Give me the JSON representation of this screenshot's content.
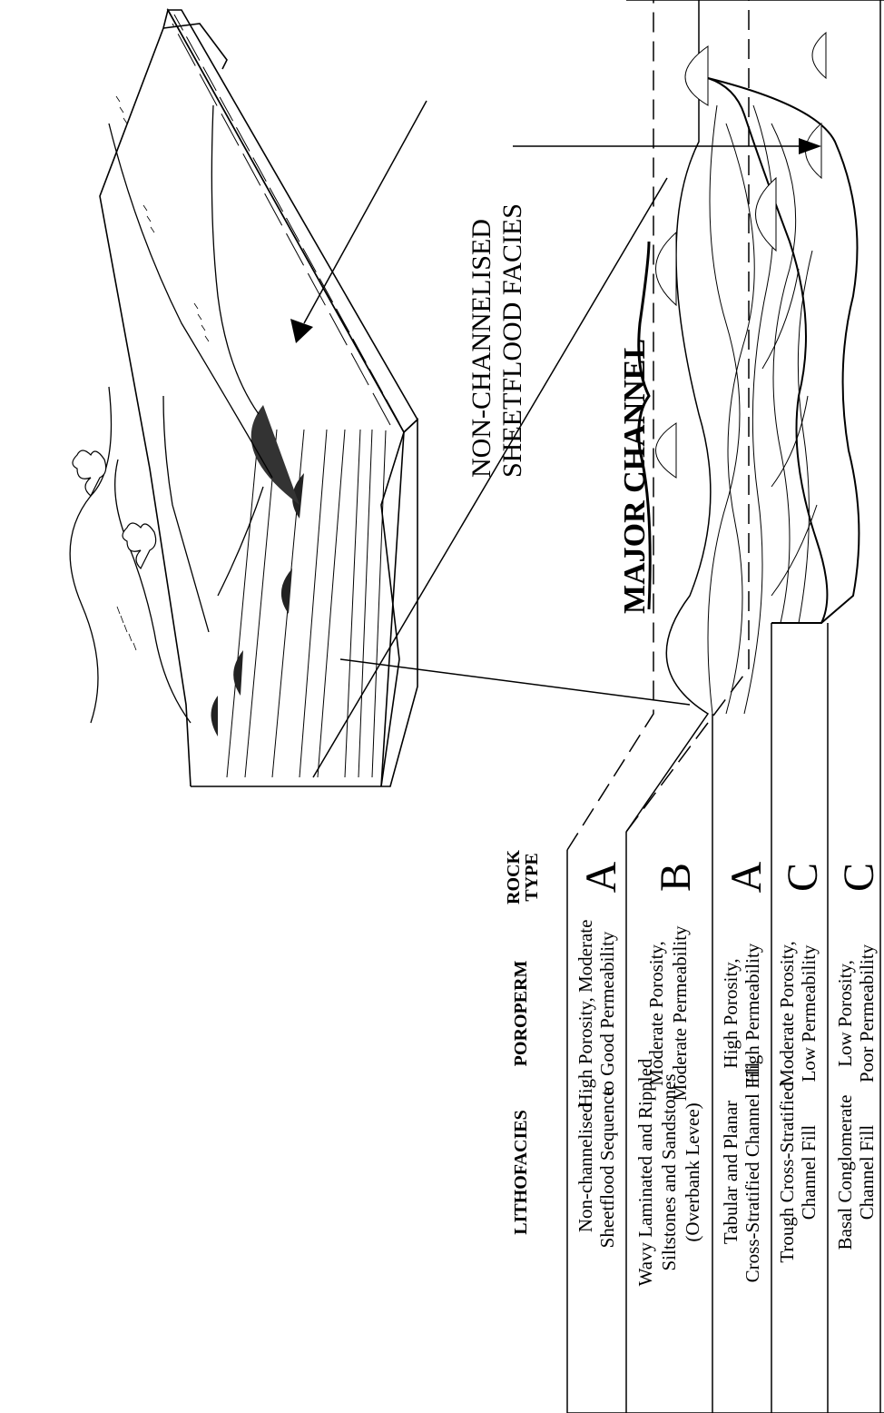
{
  "table": {
    "headers": {
      "lithofacies": "LITHOFACIES",
      "poroperm": "POROPERM",
      "rock_type": [
        "ROCK",
        "TYPE"
      ]
    },
    "rows": [
      {
        "lithofacies": [
          "Non-channelised",
          "Sheetflood Sequence"
        ],
        "poroperm": [
          "High Porosity, Moderate",
          "to Good Permeability"
        ],
        "rock_type": "A"
      },
      {
        "lithofacies": [
          "Wavy Laminated and Rippled",
          "Siltstones and Sandstones",
          "(Overbank Levee)"
        ],
        "poroperm": [
          "Moderate Porosity,",
          "Moderate Permeability"
        ],
        "rock_type": "B"
      },
      {
        "lithofacies": [
          "Tabular and Planar",
          "Cross-Stratified Channel Fill"
        ],
        "poroperm": [
          "High Porosity,",
          "High Permeability"
        ],
        "rock_type": "A"
      },
      {
        "lithofacies": [
          "Trough Cross-Stratified",
          "Channel Fill"
        ],
        "poroperm": [
          "Moderate Porosity,",
          "Low Permeability"
        ],
        "rock_type": "C"
      },
      {
        "lithofacies": [
          "Basal Conglomerate",
          "Channel Fill"
        ],
        "poroperm": [
          "Low Porosity,",
          "Poor Permeability"
        ],
        "rock_type": "C"
      }
    ]
  },
  "labels": {
    "sheetflood": [
      "NON-CHANNELISED",
      "SHEETFLOOD FACIES"
    ],
    "major_channel": "MAJOR CHANNEL"
  }
}
